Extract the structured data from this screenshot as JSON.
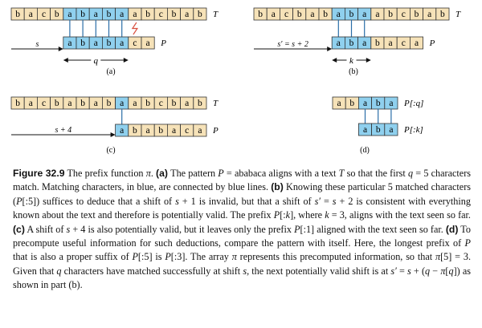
{
  "colors": {
    "text_cell": "#f6e2b8",
    "match_cell": "#8fd0ee",
    "pattern_cell": "#f6e2b8",
    "cell_border": "#333333",
    "match_line": "#2b6ea8",
    "mismatch": "#d9503f"
  },
  "panels": [
    {
      "id": "a",
      "caption": "(a)",
      "text": [
        "b",
        "a",
        "c",
        "b",
        "a",
        "b",
        "a",
        "b",
        "a",
        "a",
        "b",
        "c",
        "b",
        "a",
        "b"
      ],
      "text_label": "T",
      "text_highlight": [
        4,
        5,
        6,
        7,
        8
      ],
      "pattern": [
        "a",
        "b",
        "a",
        "b",
        "a",
        "c",
        "a"
      ],
      "pattern_label": "P",
      "pattern_highlight": [
        0,
        1,
        2,
        3,
        4
      ],
      "shift": 4,
      "arrow_label": "s",
      "measure_label": "q",
      "measure_span": 5,
      "mismatch_at": 5,
      "matches": [
        0,
        1,
        2,
        3,
        4
      ]
    },
    {
      "id": "b",
      "caption": "(b)",
      "text": [
        "b",
        "a",
        "c",
        "b",
        "a",
        "b",
        "a",
        "b",
        "a",
        "a",
        "b",
        "c",
        "b",
        "a",
        "b"
      ],
      "text_label": "T",
      "text_highlight": [
        6,
        7,
        8
      ],
      "pattern": [
        "a",
        "b",
        "a",
        "b",
        "a",
        "c",
        "a"
      ],
      "pattern_label": "P",
      "pattern_highlight": [
        0,
        1,
        2
      ],
      "shift": 6,
      "arrow_label": "s′ = s + 2",
      "measure_label": "k",
      "measure_span": 3,
      "mismatch_at": -1,
      "matches": [
        0,
        1,
        2
      ]
    },
    {
      "id": "c",
      "caption": "(c)",
      "text": [
        "b",
        "a",
        "c",
        "b",
        "a",
        "b",
        "a",
        "b",
        "a",
        "a",
        "b",
        "c",
        "b",
        "a",
        "b"
      ],
      "text_label": "T",
      "text_highlight": [
        8
      ],
      "pattern": [
        "a",
        "b",
        "a",
        "b",
        "a",
        "c",
        "a"
      ],
      "pattern_label": "P",
      "pattern_highlight": [
        0
      ],
      "shift": 8,
      "arrow_label": "s + 4",
      "measure_label": "",
      "measure_span": 0,
      "mismatch_at": -1,
      "matches": [
        0
      ]
    },
    {
      "id": "d",
      "caption": "(d)",
      "text": [
        "a",
        "b",
        "a",
        "b",
        "a"
      ],
      "text_label": "P[:q]",
      "text_highlight": [
        2,
        3,
        4
      ],
      "pattern": [
        "a",
        "b",
        "a"
      ],
      "pattern_label": "P[:k]",
      "pattern_highlight": [
        0,
        1,
        2
      ],
      "shift": 2,
      "arrow_label": "",
      "measure_label": "",
      "measure_span": 0,
      "mismatch_at": -1,
      "matches": [
        0,
        1,
        2
      ]
    }
  ],
  "caption": {
    "lead": "Figure 32.9",
    "html": "The prefix function <i>π</i>. <b>(a)</b> The pattern <i>P</i> = ababaca aligns with a text <i>T</i> so that the first <i>q</i> = 5 characters match. Matching characters, in blue, are connected by blue lines. <b>(b)</b> Knowing these particular 5 matched characters (<i>P</i>[:5]) suffices to deduce that a shift of <i>s</i> + 1 is invalid, but that a shift of <i>s′</i> = <i>s</i> + 2 is consistent with everything known about the text and therefore is potentially valid. The prefix <i>P</i>[:<i>k</i>], where <i>k</i> = 3, aligns with the text seen so far. <b>(c)</b> A shift of <i>s</i> + 4 is also potentially valid, but it leaves only the prefix <i>P</i>[:1] aligned with the text seen so far. <b>(d)</b> To precompute useful information for such deductions, compare the pattern with itself. Here, the longest prefix of <i>P</i> that is also a proper suffix of <i>P</i>[:5] is <i>P</i>[:3]. The array <i>π</i> represents this precomputed information, so that <i>π</i>[5] = 3. Given that <i>q</i> characters have matched successfully at shift <i>s</i>, the next potentially valid shift is at <i>s′</i> = <i>s</i> + (<i>q</i> − <i>π</i>[<i>q</i>]) as shown in part (b)."
  }
}
